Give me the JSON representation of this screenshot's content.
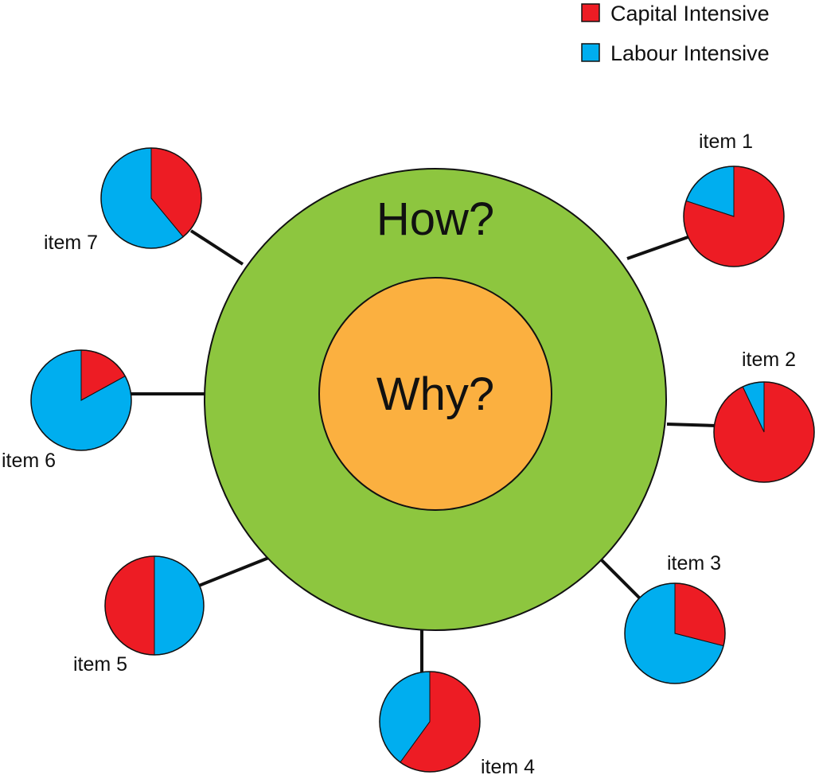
{
  "legend": {
    "items": [
      {
        "label": "Capital Intensive",
        "color": "#ED1C24"
      },
      {
        "label": "Labour Intensive",
        "color": "#00AEEF"
      }
    ]
  },
  "outer_circle": {
    "label": "How?",
    "color": "#8DC63F"
  },
  "inner_circle": {
    "label": "Why?",
    "color": "#FBB040"
  },
  "items": [
    {
      "label": "item 1",
      "capital_fraction": 0.8
    },
    {
      "label": "item 2",
      "capital_fraction": 0.93
    },
    {
      "label": "item 3",
      "capital_fraction": 0.29
    },
    {
      "label": "item 4",
      "capital_fraction": 0.6
    },
    {
      "label": "item 5",
      "capital_fraction": 0.5
    },
    {
      "label": "item 6",
      "capital_fraction": 0.17
    },
    {
      "label": "item 7",
      "capital_fraction": 0.39
    }
  ]
}
